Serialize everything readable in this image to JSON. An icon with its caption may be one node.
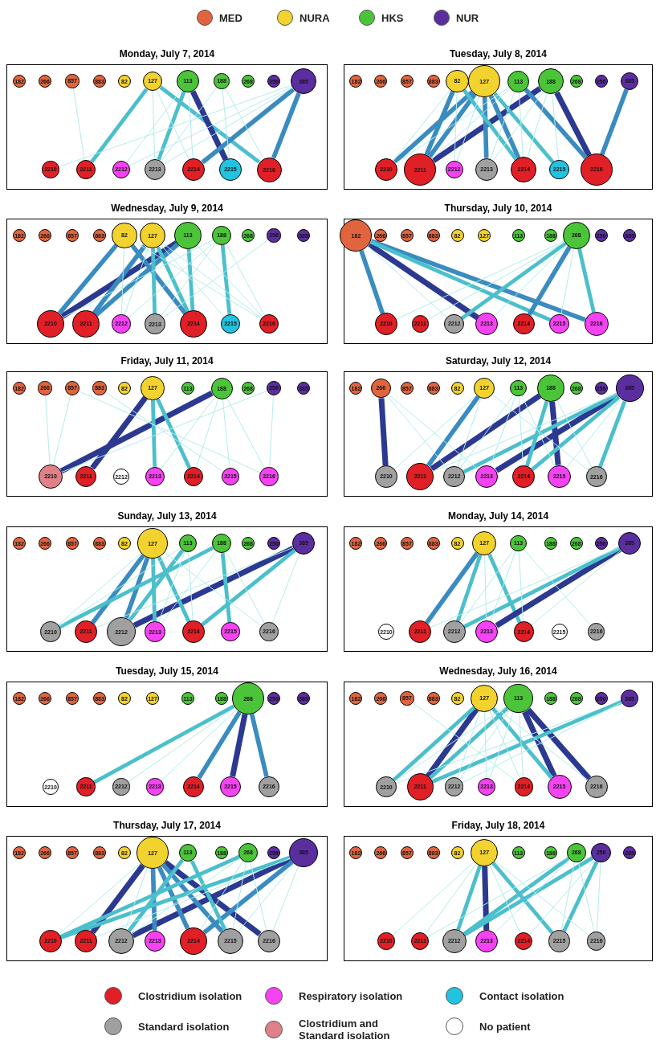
{
  "diagram": {
    "nodes": [
      {
        "text": [
          "Monday, July 7, 2014"
        ]
      },
      {
        "text": [
          "182"
        ],
        "in": 0
      },
      {
        "text": [
          "266"
        ],
        "in": 0
      },
      {
        "text": [
          "857"
        ],
        "in": 0
      },
      {
        "text": [
          "883"
        ],
        "in": 0
      },
      {
        "text": [
          "82"
        ],
        "in": 0
      },
      {
        "text": [
          "127"
        ],
        "in": 0
      },
      {
        "text": [
          "113"
        ],
        "in": 0
      },
      {
        "text": [
          "188"
        ],
        "in": 0
      },
      {
        "text": [
          "268"
        ],
        "in": 0
      },
      {
        "text": [
          "256"
        ],
        "in": 0
      },
      {
        "text": [
          "385"
        ],
        "in": 0
      },
      {
        "text": [
          "2210"
        ],
        "in": 0
      },
      {
        "text": [
          "2211"
        ],
        "in": 0
      },
      {
        "text": [
          "2212"
        ],
        "in": 0
      },
      {
        "text": [
          "2213"
        ],
        "in": 0
      },
      {
        "text": [
          "2214"
        ],
        "in": 0
      },
      {
        "text": [
          "2215"
        ],
        "in": 0
      },
      {
        "text": [
          "2216"
        ],
        "in": 0
      },
      {
        "text": [
          "Tuesday, July 8, 2014"
        ]
      },
      {
        "text": [
          "182"
        ],
        "in": 19
      },
      {
        "text": [
          "266"
        ],
        "in": 19
      },
      {
        "text": [
          "857"
        ],
        "in": 19
      },
      {
        "text": [
          "883"
        ],
        "in": 19
      },
      {
        "text": [
          "82"
        ],
        "in": 19
      },
      {
        "text": [
          "127"
        ],
        "in": 19
      },
      {
        "text": [
          "113"
        ],
        "in": 19
      },
      {
        "text": [
          "188"
        ],
        "in": 19
      },
      {
        "text": [
          "268"
        ],
        "in": 19
      },
      {
        "text": [
          "256"
        ],
        "in": 19
      },
      {
        "text": [
          "385"
        ],
        "in": 19
      },
      {
        "text": [
          "2210"
        ],
        "in": 19
      },
      {
        "text": [
          "2211"
        ],
        "in": 19
      },
      {
        "text": [
          "2212"
        ],
        "in": 19
      },
      {
        "text": [
          "2213"
        ],
        "in": 19
      },
      {
        "text": [
          "2214"
        ],
        "in": 19
      },
      {
        "text": [
          "2215"
        ],
        "in": 19
      },
      {
        "text": [
          "2216"
        ],
        "in": 19
      },
      {
        "text": [
          "Wednesday, July 9, 2014"
        ]
      },
      {
        "text": [
          "182"
        ],
        "in": 38
      },
      {
        "text": [
          "266"
        ],
        "in": 38
      },
      {
        "text": [
          "857"
        ],
        "in": 38
      },
      {
        "text": [
          "883"
        ],
        "in": 38
      },
      {
        "text": [
          "82"
        ],
        "in": 38
      },
      {
        "text": [
          "127"
        ],
        "in": 38
      },
      {
        "text": [
          "113"
        ],
        "in": 38
      },
      {
        "text": [
          "188"
        ],
        "in": 38
      },
      {
        "text": [
          "268"
        ],
        "in": 38
      },
      {
        "text": [
          "256"
        ],
        "in": 38
      },
      {
        "text": [
          "385"
        ],
        "in": 38
      },
      {
        "text": [
          "2210"
        ],
        "in": 38
      },
      {
        "text": [
          "2211"
        ],
        "in": 38
      },
      {
        "text": [
          "2212"
        ],
        "in": 38
      },
      {
        "text": [
          "2213"
        ],
        "in": 38
      },
      {
        "text": [
          "2214"
        ],
        "in": 38
      },
      {
        "text": [
          "2215"
        ],
        "in": 38
      },
      {
        "text": [
          "2216"
        ],
        "in": 38
      },
      {
        "text": [
          "Thursday, July 10, 2014"
        ]
      },
      {
        "text": [
          "182"
        ],
        "in": 57
      },
      {
        "text": [
          "266"
        ],
        "in": 57
      },
      {
        "text": [
          "857"
        ],
        "in": 57
      },
      {
        "text": [
          "883"
        ],
        "in": 57
      },
      {
        "text": [
          "82"
        ],
        "in": 57
      },
      {
        "text": [
          "127"
        ],
        "in": 57
      },
      {
        "text": [
          "113"
        ],
        "in": 57
      },
      {
        "text": [
          "188"
        ],
        "in": 57
      },
      {
        "text": [
          "268"
        ],
        "in": 57
      },
      {
        "text": [
          "256"
        ],
        "in": 57
      },
      {
        "text": [
          "385"
        ],
        "in": 57
      },
      {
        "text": [
          "2210"
        ],
        "in": 57
      },
      {
        "text": [
          "2211"
        ],
        "in": 57
      },
      {
        "text": [
          "2212"
        ],
        "in": 57
      },
      {
        "text": [
          "2213"
        ],
        "in": 57
      },
      {
        "text": [
          "2214"
        ],
        "in": 57
      },
      {
        "text": [
          "2215"
        ],
        "in": 57
      },
      {
        "text": [
          "2216"
        ],
        "in": 57
      },
      {
        "text": [
          "Friday, July 11, 2014"
        ]
      },
      {
        "text": [
          "182"
        ],
        "in": 76
      },
      {
        "text": [
          "266"
        ],
        "in": 76
      },
      {
        "text": [
          "857"
        ],
        "in": 76
      },
      {
        "text": [
          "883"
        ],
        "in": 76
      },
      {
        "text": [
          "82"
        ],
        "in": 76
      },
      {
        "text": [
          "127"
        ],
        "in": 76
      },
      {
        "text": [
          "113"
        ],
        "in": 76
      },
      {
        "text": [
          "188"
        ],
        "in": 76
      },
      {
        "text": [
          "268"
        ],
        "in": 76
      },
      {
        "text": [
          "256"
        ],
        "in": 76
      },
      {
        "text": [
          "385"
        ],
        "in": 76
      },
      {
        "text": [
          "2210"
        ],
        "in": 76
      },
      {
        "text": [
          "2211"
        ],
        "in": 76
      },
      {
        "text": [
          "2212"
        ],
        "in": 76
      },
      {
        "text": [
          "2213"
        ],
        "in": 76
      },
      {
        "text": [
          "2214"
        ],
        "in": 76
      },
      {
        "text": [
          "2215"
        ],
        "in": 76
      },
      {
        "text": [
          "2216"
        ],
        "in": 76
      },
      {
        "text": [
          "Saturday, July 12, 2014"
        ]
      },
      {
        "text": [
          "182"
        ],
        "in": 95
      },
      {
        "text": [
          "266"
        ],
        "in": 95
      },
      {
        "text": [
          "857"
        ],
        "in": 95
      },
      {
        "text": [
          "883"
        ],
        "in": 95
      },
      {
        "text": [
          "82"
        ],
        "in": 95
      },
      {
        "text": [
          "127"
        ],
        "in": 95
      },
      {
        "text": [
          "113"
        ],
        "in": 95
      },
      {
        "text": [
          "188"
        ],
        "in": 95
      },
      {
        "text": [
          "268"
        ],
        "in": 95
      },
      {
        "text": [
          "256"
        ],
        "in": 95
      },
      {
        "text": [
          "385"
        ],
        "in": 95
      },
      {
        "text": [
          "2210"
        ],
        "in": 95
      },
      {
        "text": [
          "2211"
        ],
        "in": 95
      },
      {
        "text": [
          "2212"
        ],
        "in": 95
      },
      {
        "text": [
          "2213"
        ],
        "in": 95
      },
      {
        "text": [
          "2214"
        ],
        "in": 95
      },
      {
        "text": [
          "2215"
        ],
        "in": 95
      },
      {
        "text": [
          "2216"
        ],
        "in": 95
      },
      {
        "text": [
          "Sunday, July 13, 2014"
        ]
      },
      {
        "text": [
          "182"
        ],
        "in": 114
      },
      {
        "text": [
          "266"
        ],
        "in": 114
      },
      {
        "text": [
          "857"
        ],
        "in": 114
      },
      {
        "text": [
          "883"
        ],
        "in": 114
      },
      {
        "text": [
          "82"
        ],
        "in": 114
      },
      {
        "text": [
          "127"
        ],
        "in": 114
      },
      {
        "text": [
          "113"
        ],
        "in": 114
      },
      {
        "text": [
          "188"
        ],
        "in": 114
      },
      {
        "text": [
          "268"
        ],
        "in": 114
      },
      {
        "text": [
          "256"
        ],
        "in": 114
      },
      {
        "text": [
          "385"
        ],
        "in": 114
      },
      {
        "text": [
          "2210"
        ],
        "in": 114
      },
      {
        "text": [
          "2211"
        ],
        "in": 114
      },
      {
        "text": [
          "2212"
        ],
        "in": 114
      },
      {
        "text": [
          "2213"
        ],
        "in": 114
      },
      {
        "text": [
          "2214"
        ],
        "in": 114
      },
      {
        "text": [
          "2215"
        ],
        "in": 114
      },
      {
        "text": [
          "2216"
        ],
        "in": 114
      },
      {
        "text": [
          "Monday, July 14, 2014"
        ]
      },
      {
        "text": [
          "182"
        ],
        "in": 133
      },
      {
        "text": [
          "266"
        ],
        "in": 133
      },
      {
        "text": [
          "857"
        ],
        "in": 133
      },
      {
        "text": [
          "883"
        ],
        "in": 133
      },
      {
        "text": [
          "82"
        ],
        "in": 133
      },
      {
        "text": [
          "127"
        ],
        "in": 133
      },
      {
        "text": [
          "113"
        ],
        "in": 133
      },
      {
        "text": [
          "188"
        ],
        "in": 133
      },
      {
        "text": [
          "268"
        ],
        "in": 133
      },
      {
        "text": [
          "256"
        ],
        "in": 133
      },
      {
        "text": [
          "385"
        ],
        "in": 133
      },
      {
        "text": [
          "2210"
        ],
        "in": 133
      },
      {
        "text": [
          "2211"
        ],
        "in": 133
      },
      {
        "text": [
          "2212"
        ],
        "in": 133
      },
      {
        "text": [
          "2213"
        ],
        "in": 133
      },
      {
        "text": [
          "2214"
        ],
        "in": 133
      },
      {
        "text": [
          "2215"
        ],
        "in": 133
      },
      {
        "text": [
          "2216"
        ],
        "in": 133
      },
      {
        "text": [
          "Tuesday, July 15, 2014"
        ]
      },
      {
        "text": [
          "182"
        ],
        "in": 152
      },
      {
        "text": [
          "266"
        ],
        "in": 152
      },
      {
        "text": [
          "857"
        ],
        "in": 152
      },
      {
        "text": [
          "883"
        ],
        "in": 152
      },
      {
        "text": [
          "82"
        ],
        "in": 152
      },
      {
        "text": [
          "127"
        ],
        "in": 152
      },
      {
        "text": [
          "113"
        ],
        "in": 152
      },
      {
        "text": [
          "188"
        ],
        "in": 152
      },
      {
        "text": [
          "268"
        ],
        "in": 152
      },
      {
        "text": [
          "256"
        ],
        "in": 152
      },
      {
        "text": [
          "385"
        ],
        "in": 152
      },
      {
        "text": [
          "2210"
        ],
        "in": 152
      },
      {
        "text": [
          "2211"
        ],
        "in": 152
      },
      {
        "text": [
          "2212"
        ],
        "in": 152
      },
      {
        "text": [
          "2213"
        ],
        "in": 152
      },
      {
        "text": [
          "2214"
        ],
        "in": 152
      },
      {
        "text": [
          "2215"
        ],
        "in": 152
      },
      {
        "text": [
          "2216"
        ],
        "in": 152
      },
      {
        "text": [
          "Wednesday, July 16, 2014"
        ]
      },
      {
        "text": [
          "182"
        ],
        "in": 171
      },
      {
        "text": [
          "266"
        ],
        "in": 171
      },
      {
        "text": [
          "857"
        ],
        "in": 171
      },
      {
        "text": [
          "883"
        ],
        "in": 171
      },
      {
        "text": [
          "82"
        ],
        "in": 171
      },
      {
        "text": [
          "127"
        ],
        "in": 171
      },
      {
        "text": [
          "113"
        ],
        "in": 171
      },
      {
        "text": [
          "188"
        ],
        "in": 171
      },
      {
        "text": [
          "268"
        ],
        "in": 171
      },
      {
        "text": [
          "256"
        ],
        "in": 171
      },
      {
        "text": [
          "385"
        ],
        "in": 171
      },
      {
        "text": [
          "2210"
        ],
        "in": 171
      },
      {
        "text": [
          "2211"
        ],
        "in": 171
      },
      {
        "text": [
          "2212"
        ],
        "in": 171
      },
      {
        "text": [
          "2213"
        ],
        "in": 171
      },
      {
        "text": [
          "2214"
        ],
        "in": 171
      },
      {
        "text": [
          "2215"
        ],
        "in": 171
      },
      {
        "text": [
          "2216"
        ],
        "in": 171
      },
      {
        "text": [
          "Thursday, July 17, 2014"
        ]
      },
      {
        "text": [
          "182"
        ],
        "in": 190
      },
      {
        "text": [
          "266"
        ],
        "in": 190
      },
      {
        "text": [
          "857"
        ],
        "in": 190
      },
      {
        "text": [
          "883"
        ],
        "in": 190
      },
      {
        "text": [
          "82"
        ],
        "in": 190
      },
      {
        "text": [
          "127"
        ],
        "in": 190
      },
      {
        "text": [
          "113"
        ],
        "in": 190
      },
      {
        "text": [
          "188"
        ],
        "in": 190
      },
      {
        "text": [
          "268"
        ],
        "in": 190
      },
      {
        "text": [
          "256"
        ],
        "in": 190
      },
      {
        "text": [
          "385"
        ],
        "in": 190
      },
      {
        "text": [
          "2210"
        ],
        "in": 190
      },
      {
        "text": [
          "2211"
        ],
        "in": 190
      },
      {
        "text": [
          "2212"
        ],
        "in": 190
      },
      {
        "text": [
          "2213"
        ],
        "in": 190
      },
      {
        "text": [
          "2214"
        ],
        "in": 190
      },
      {
        "text": [
          "2215"
        ],
        "in": 190
      },
      {
        "text": [
          "2216"
        ],
        "in": 190
      },
      {
        "text": [
          "Friday, July 18, 2014"
        ]
      },
      {
        "text": [
          "182"
        ],
        "in": 209
      },
      {
        "text": [
          "266"
        ],
        "in": 209
      },
      {
        "text": [
          "857"
        ],
        "in": 209
      },
      {
        "text": [
          "883"
        ],
        "in": 209
      },
      {
        "text": [
          "82"
        ],
        "in": 209
      },
      {
        "text": [
          "127"
        ],
        "in": 209
      },
      {
        "text": [
          "113"
        ],
        "in": 209
      },
      {
        "text": [
          "188"
        ],
        "in": 209
      },
      {
        "text": [
          "268"
        ],
        "in": 209
      },
      {
        "text": [
          "256"
        ],
        "in": 209
      },
      {
        "text": [
          "385"
        ],
        "in": 209
      },
      {
        "text": [
          "2210"
        ],
        "in": 209
      },
      {
        "text": [
          "2211"
        ],
        "in": 209
      },
      {
        "text": [
          "2212"
        ],
        "in": 209
      },
      {
        "text": [
          "2213"
        ],
        "in": 209
      },
      {
        "text": [
          "2214"
        ],
        "in": 209
      },
      {
        "text": [
          "2215"
        ],
        "in": 209
      },
      {
        "text": [
          "2216"
        ],
        "in": 209
      }
    ],
    "edges": [
      {
        "from": 6,
        "to": 13,
        "arrow": "none",
        "style": "thick",
        "color": "#4bbfcc"
      },
      {
        "from": 6,
        "to": 18,
        "arrow": "none",
        "style": "thick",
        "color": "#4bbfcc"
      },
      {
        "from": 7,
        "to": 17,
        "arrow": "none",
        "style": "thick",
        "color": "#2b3990"
      },
      {
        "from": 7,
        "to": 15,
        "arrow": "none",
        "style": "thick",
        "color": "#4bbfcc"
      },
      {
        "from": 11,
        "to": 16,
        "arrow": "none",
        "style": "thick",
        "color": "#3a8cc0"
      },
      {
        "from": 11,
        "to": 18,
        "arrow": "none",
        "style": "thick",
        "color": "#3a8cc0"
      },
      {
        "from": 3,
        "to": 13,
        "arrow": "none"
      },
      {
        "from": 8,
        "to": 18,
        "arrow": "none"
      },
      {
        "from": 8,
        "to": 17,
        "arrow": "none"
      },
      {
        "from": 11,
        "to": 12,
        "arrow": "none"
      },
      {
        "from": 11,
        "to": 14,
        "arrow": "none"
      },
      {
        "from": 11,
        "to": 15,
        "arrow": "none"
      },
      {
        "from": 6,
        "to": 15,
        "arrow": "none"
      },
      {
        "from": 7,
        "to": 14,
        "arrow": "none"
      },
      {
        "from": 7,
        "to": 16,
        "arrow": "none"
      },
      {
        "from": 8,
        "to": 15,
        "arrow": "none"
      },
      {
        "from": 6,
        "to": 16,
        "arrow": "none"
      },
      {
        "from": 25,
        "to": 32,
        "arrow": "none",
        "style": "thick",
        "color": "#3a8cc0"
      },
      {
        "from": 25,
        "to": 31,
        "arrow": "none",
        "style": "thick",
        "color": "#3a8cc0"
      },
      {
        "from": 24,
        "to": 32,
        "arrow": "none",
        "style": "thick",
        "color": "#3a8cc0"
      },
      {
        "from": 27,
        "to": 32,
        "arrow": "none",
        "style": "thick",
        "color": "#2b3990"
      },
      {
        "from": 27,
        "to": 37,
        "arrow": "none",
        "style": "thick",
        "color": "#2b3990"
      },
      {
        "from": 25,
        "to": 35,
        "arrow": "none",
        "style": "thick",
        "color": "#3a8cc0"
      },
      {
        "from": 25,
        "to": 34,
        "arrow": "none",
        "style": "thick",
        "color": "#3a8cc0"
      },
      {
        "from": 26,
        "to": 37,
        "arrow": "none",
        "style": "thick",
        "color": "#3a8cc0"
      },
      {
        "from": 30,
        "to": 37,
        "arrow": "none",
        "style": "thick",
        "color": "#3a8cc0"
      },
      {
        "from": 24,
        "to": 35,
        "arrow": "none",
        "style": "thick",
        "color": "#4bbfcc"
      },
      {
        "from": 25,
        "to": 36,
        "arrow": "none",
        "style": "thick",
        "color": "#4bbfcc"
      },
      {
        "from": 26,
        "to": 31,
        "arrow": "none"
      },
      {
        "from": 26,
        "to": 32,
        "arrow": "none"
      },
      {
        "from": 26,
        "to": 35,
        "arrow": "none"
      },
      {
        "from": 26,
        "to": 34,
        "arrow": "none"
      },
      {
        "from": 27,
        "to": 36,
        "arrow": "none"
      },
      {
        "from": 27,
        "to": 34,
        "arrow": "none"
      },
      {
        "from": 24,
        "to": 33,
        "arrow": "none"
      },
      {
        "from": 24,
        "to": 31,
        "arrow": "none"
      },
      {
        "from": 25,
        "to": 33,
        "arrow": "none"
      },
      {
        "from": 27,
        "to": 35,
        "arrow": "none"
      },
      {
        "from": 45,
        "to": 50,
        "arrow": "none",
        "style": "thick",
        "color": "#2b3990"
      },
      {
        "from": 45,
        "to": 51,
        "arrow": "none",
        "style": "thick",
        "color": "#3a8cc0"
      },
      {
        "from": 43,
        "to": 50,
        "arrow": "none",
        "style": "thick",
        "color": "#3a8cc0"
      },
      {
        "from": 43,
        "to": 54,
        "arrow": "none",
        "style": "thick",
        "color": "#3a8cc0"
      },
      {
        "from": 44,
        "to": 53,
        "arrow": "none",
        "style": "thick",
        "color": "#4bbfcc"
      },
      {
        "from": 44,
        "to": 54,
        "arrow": "none",
        "style": "thick",
        "color": "#4bbfcc"
      },
      {
        "from": 45,
        "to": 54,
        "arrow": "none",
        "style": "thick",
        "color": "#4bbfcc"
      },
      {
        "from": 44,
        "to": 51,
        "arrow": "none",
        "style": "thick",
        "color": "#3a8cc0"
      },
      {
        "from": 46,
        "to": 55,
        "arrow": "none",
        "style": "thick",
        "color": "#4bbfcc"
      },
      {
        "from": 43,
        "to": 52,
        "arrow": "none"
      },
      {
        "from": 44,
        "to": 52,
        "arrow": "none"
      },
      {
        "from": 44,
        "to": 56,
        "arrow": "none"
      },
      {
        "from": 45,
        "to": 56,
        "arrow": "none"
      },
      {
        "from": 46,
        "to": 52,
        "arrow": "none"
      },
      {
        "from": 46,
        "to": 53,
        "arrow": "none"
      },
      {
        "from": 46,
        "to": 56,
        "arrow": "none"
      },
      {
        "from": 46,
        "to": 50,
        "arrow": "none"
      },
      {
        "from": 48,
        "to": 53,
        "arrow": "none"
      },
      {
        "from": 44,
        "to": 55,
        "arrow": "none"
      },
      {
        "from": 43,
        "to": 56,
        "arrow": "none"
      },
      {
        "from": 58,
        "to": 72,
        "arrow": "none",
        "style": "thick",
        "color": "#2b3990"
      },
      {
        "from": 58,
        "to": 69,
        "arrow": "none",
        "style": "thick",
        "color": "#3a8cc0"
      },
      {
        "from": 58,
        "to": 75,
        "arrow": "none",
        "style": "thick",
        "color": "#3a8cc0"
      },
      {
        "from": 58,
        "to": 74,
        "arrow": "none",
        "style": "thick",
        "color": "#4bbfcc"
      },
      {
        "from": 66,
        "to": 71,
        "arrow": "none",
        "style": "thick",
        "color": "#4bbfcc"
      },
      {
        "from": 66,
        "to": 73,
        "arrow": "none",
        "style": "thick",
        "color": "#3a8cc0"
      },
      {
        "from": 66,
        "to": 75,
        "arrow": "none",
        "style": "thick",
        "color": "#4bbfcc"
      },
      {
        "from": 66,
        "to": 69,
        "arrow": "none"
      },
      {
        "from": 66,
        "to": 72,
        "arrow": "none"
      },
      {
        "from": 66,
        "to": 74,
        "arrow": "none"
      },
      {
        "from": 66,
        "to": 70,
        "arrow": "none"
      },
      {
        "from": 58,
        "to": 71,
        "arrow": "none"
      },
      {
        "from": 84,
        "to": 88,
        "arrow": "none",
        "style": "thick",
        "color": "#2b3990"
      },
      {
        "from": 82,
        "to": 89,
        "arrow": "none",
        "style": "thick",
        "color": "#2b3990"
      },
      {
        "from": 82,
        "to": 91,
        "arrow": "none",
        "style": "thick",
        "color": "#4bbfcc"
      },
      {
        "from": 82,
        "to": 92,
        "arrow": "none",
        "style": "thick",
        "color": "#4bbfcc"
      },
      {
        "from": 84,
        "to": 91,
        "arrow": "none"
      },
      {
        "from": 84,
        "to": 92,
        "arrow": "none"
      },
      {
        "from": 84,
        "to": 93,
        "arrow": "none"
      },
      {
        "from": 84,
        "to": 94,
        "arrow": "none"
      },
      {
        "from": 79,
        "to": 88,
        "arrow": "none"
      },
      {
        "from": 80,
        "to": 93,
        "arrow": "none"
      },
      {
        "from": 86,
        "to": 94,
        "arrow": "none"
      },
      {
        "from": 86,
        "to": 88,
        "arrow": "none"
      },
      {
        "from": 78,
        "to": 88,
        "arrow": "none"
      },
      {
        "from": 79,
        "to": 94,
        "arrow": "none"
      },
      {
        "from": 97,
        "to": 107,
        "arrow": "none",
        "style": "thick",
        "color": "#2b3990"
      },
      {
        "from": 103,
        "to": 108,
        "arrow": "none",
        "style": "thick",
        "color": "#2b3990"
      },
      {
        "from": 103,
        "to": 112,
        "arrow": "none",
        "style": "thick",
        "color": "#2b3990"
      },
      {
        "from": 106,
        "to": 110,
        "arrow": "none",
        "style": "thick",
        "color": "#2b3990"
      },
      {
        "from": 101,
        "to": 108,
        "arrow": "none",
        "style": "thick",
        "color": "#3a8cc0"
      },
      {
        "from": 103,
        "to": 111,
        "arrow": "none",
        "style": "thick",
        "color": "#4bbfcc"
      },
      {
        "from": 106,
        "to": 111,
        "arrow": "none",
        "style": "thick",
        "color": "#4bbfcc"
      },
      {
        "from": 106,
        "to": 113,
        "arrow": "none",
        "style": "thick",
        "color": "#4bbfcc"
      },
      {
        "from": 106,
        "to": 109,
        "arrow": "none",
        "style": "thick",
        "color": "#4bbfcc"
      },
      {
        "from": 101,
        "to": 109,
        "arrow": "none"
      },
      {
        "from": 102,
        "to": 109,
        "arrow": "none"
      },
      {
        "from": 102,
        "to": 110,
        "arrow": "none"
      },
      {
        "from": 102,
        "to": 112,
        "arrow": "none"
      },
      {
        "from": 97,
        "to": 110,
        "arrow": "none"
      },
      {
        "from": 97,
        "to": 109,
        "arrow": "none"
      },
      {
        "from": 102,
        "to": 111,
        "arrow": "none"
      },
      {
        "from": 101,
        "to": 113,
        "arrow": "none"
      },
      {
        "from": 103,
        "to": 113,
        "arrow": "none"
      },
      {
        "from": 106,
        "to": 108,
        "arrow": "none"
      },
      {
        "from": 101,
        "to": 107,
        "arrow": "none"
      },
      {
        "from": 106,
        "to": 112,
        "arrow": "none"
      },
      {
        "from": 120,
        "to": 127,
        "arrow": "none",
        "style": "thick",
        "color": "#3a8cc0"
      },
      {
        "from": 120,
        "to": 128,
        "arrow": "none",
        "style": "thick",
        "color": "#3a8cc0"
      },
      {
        "from": 125,
        "to": 128,
        "arrow": "none",
        "style": "thick",
        "color": "#2b3990"
      },
      {
        "from": 120,
        "to": 129,
        "arrow": "none",
        "style": "thick",
        "color": "#4bbfcc"
      },
      {
        "from": 120,
        "to": 130,
        "arrow": "none",
        "style": "thick",
        "color": "#4bbfcc"
      },
      {
        "from": 125,
        "to": 130,
        "arrow": "none",
        "style": "thick",
        "color": "#4bbfcc"
      },
      {
        "from": 122,
        "to": 131,
        "arrow": "none",
        "style": "thick",
        "color": "#4bbfcc"
      },
      {
        "from": 121,
        "to": 128,
        "arrow": "none",
        "style": "thick",
        "color": "#4bbfcc"
      },
      {
        "from": 122,
        "to": 126,
        "arrow": "none",
        "style": "thick",
        "color": "#4bbfcc"
      },
      {
        "from": 121,
        "to": 126,
        "arrow": "none"
      },
      {
        "from": 120,
        "to": 126,
        "arrow": "none"
      },
      {
        "from": 121,
        "to": 129,
        "arrow": "none"
      },
      {
        "from": 121,
        "to": 130,
        "arrow": "none"
      },
      {
        "from": 122,
        "to": 129,
        "arrow": "none"
      },
      {
        "from": 122,
        "to": 132,
        "arrow": "none"
      },
      {
        "from": 125,
        "to": 132,
        "arrow": "none"
      },
      {
        "from": 120,
        "to": 132,
        "arrow": "none"
      },
      {
        "from": 125,
        "to": 127,
        "arrow": "none"
      },
      {
        "from": 139,
        "to": 146,
        "arrow": "none",
        "style": "thick",
        "color": "#3a8cc0"
      },
      {
        "from": 139,
        "to": 147,
        "arrow": "none",
        "style": "thick",
        "color": "#4bbfcc"
      },
      {
        "from": 139,
        "to": 149,
        "arrow": "none",
        "style": "thick",
        "color": "#4bbfcc"
      },
      {
        "from": 144,
        "to": 148,
        "arrow": "none",
        "style": "thick",
        "color": "#2b3990"
      },
      {
        "from": 144,
        "to": 147,
        "arrow": "none",
        "style": "thick",
        "color": "#4bbfcc"
      },
      {
        "from": 140,
        "to": 147,
        "arrow": "none"
      },
      {
        "from": 140,
        "to": 148,
        "arrow": "none"
      },
      {
        "from": 140,
        "to": 149,
        "arrow": "none"
      },
      {
        "from": 140,
        "to": 151,
        "arrow": "none"
      },
      {
        "from": 139,
        "to": 148,
        "arrow": "none"
      },
      {
        "from": 144,
        "to": 149,
        "arrow": "none"
      },
      {
        "from": 144,
        "to": 146,
        "arrow": "none"
      },
      {
        "from": 161,
        "to": 165,
        "arrow": "none",
        "style": "thick",
        "color": "#4bbfcc"
      },
      {
        "from": 161,
        "to": 168,
        "arrow": "none",
        "style": "thick",
        "color": "#3a8cc0"
      },
      {
        "from": 161,
        "to": 169,
        "arrow": "none",
        "style": "thick",
        "color": "#2b3990"
      },
      {
        "from": 161,
        "to": 170,
        "arrow": "none",
        "style": "thick",
        "color": "#3a8cc0"
      },
      {
        "from": 161,
        "to": 166,
        "arrow": "none"
      },
      {
        "from": 161,
        "to": 167,
        "arrow": "none"
      },
      {
        "from": 177,
        "to": 184,
        "arrow": "none",
        "style": "thick",
        "color": "#2b3990"
      },
      {
        "from": 178,
        "to": 188,
        "arrow": "none",
        "style": "thick",
        "color": "#2b3990"
      },
      {
        "from": 178,
        "to": 189,
        "arrow": "none",
        "style": "thick",
        "color": "#2b3990"
      },
      {
        "from": 178,
        "to": 184,
        "arrow": "none",
        "style": "thick",
        "color": "#4bbfcc"
      },
      {
        "from": 182,
        "to": 183,
        "arrow": "none"
      },
      {
        "from": 182,
        "to": 184,
        "arrow": "none",
        "style": "thick",
        "color": "#4bbfcc"
      },
      {
        "from": 177,
        "to": 188,
        "arrow": "none",
        "style": "thick",
        "color": "#4bbfcc"
      },
      {
        "from": 177,
        "to": 183,
        "arrow": "none",
        "style": "thick",
        "color": "#4bbfcc"
      },
      {
        "from": 174,
        "to": 187,
        "arrow": "none"
      },
      {
        "from": 177,
        "to": 185,
        "arrow": "none"
      },
      {
        "from": 177,
        "to": 186,
        "arrow": "none"
      },
      {
        "from": 177,
        "to": 187,
        "arrow": "none"
      },
      {
        "from": 178,
        "to": 185,
        "arrow": "none"
      },
      {
        "from": 178,
        "to": 186,
        "arrow": "none"
      },
      {
        "from": 178,
        "to": 187,
        "arrow": "none"
      },
      {
        "from": 178,
        "to": 183,
        "arrow": "none"
      },
      {
        "from": 182,
        "to": 185,
        "arrow": "none"
      },
      {
        "from": 177,
        "to": 189,
        "arrow": "none"
      },
      {
        "from": 196,
        "to": 203,
        "arrow": "none",
        "style": "thick",
        "color": "#2b3990"
      },
      {
        "from": 196,
        "to": 208,
        "arrow": "none",
        "style": "thick",
        "color": "#2b3990"
      },
      {
        "from": 201,
        "to": 204,
        "arrow": "none",
        "style": "thick",
        "color": "#2b3990"
      },
      {
        "from": 196,
        "to": 205,
        "arrow": "none",
        "style": "thick",
        "color": "#3a8cc0"
      },
      {
        "from": 196,
        "to": 206,
        "arrow": "none",
        "style": "thick",
        "color": "#3a8cc0"
      },
      {
        "from": 196,
        "to": 207,
        "arrow": "none",
        "style": "thick",
        "color": "#3a8cc0"
      },
      {
        "from": 201,
        "to": 206,
        "arrow": "none",
        "style": "thick",
        "color": "#3a8cc0"
      },
      {
        "from": 197,
        "to": 204,
        "arrow": "none",
        "style": "thick",
        "color": "#4bbfcc"
      },
      {
        "from": 197,
        "to": 207,
        "arrow": "none",
        "style": "thick",
        "color": "#4bbfcc"
      },
      {
        "from": 199,
        "to": 202,
        "arrow": "none",
        "style": "thick",
        "color": "#4bbfcc"
      },
      {
        "from": 201,
        "to": 202,
        "arrow": "none",
        "style": "thick",
        "color": "#4bbfcc"
      },
      {
        "from": 196,
        "to": 202,
        "arrow": "none"
      },
      {
        "from": 196,
        "to": 204,
        "arrow": "none"
      },
      {
        "from": 199,
        "to": 204,
        "arrow": "none"
      },
      {
        "from": 199,
        "to": 206,
        "arrow": "none"
      },
      {
        "from": 199,
        "to": 207,
        "arrow": "none"
      },
      {
        "from": 199,
        "to": 208,
        "arrow": "none"
      },
      {
        "from": 201,
        "to": 207,
        "arrow": "none"
      },
      {
        "from": 201,
        "to": 208,
        "arrow": "none"
      },
      {
        "from": 201,
        "to": 203,
        "arrow": "none"
      },
      {
        "from": 215,
        "to": 224,
        "arrow": "none",
        "style": "thick",
        "color": "#2b3990"
      },
      {
        "from": 215,
        "to": 223,
        "arrow": "none",
        "style": "thick",
        "color": "#4bbfcc"
      },
      {
        "from": 215,
        "to": 226,
        "arrow": "none",
        "style": "thick",
        "color": "#4bbfcc"
      },
      {
        "from": 219,
        "to": 226,
        "arrow": "none",
        "style": "thick",
        "color": "#4bbfcc"
      },
      {
        "from": 219,
        "to": 223,
        "arrow": "none",
        "style": "thick",
        "color": "#4bbfcc"
      },
      {
        "from": 218,
        "to": 223,
        "arrow": "none",
        "style": "thick",
        "color": "#4bbfcc"
      },
      {
        "from": 215,
        "to": 222,
        "arrow": "none"
      },
      {
        "from": 215,
        "to": 221,
        "arrow": "none"
      },
      {
        "from": 215,
        "to": 225,
        "arrow": "none"
      },
      {
        "from": 215,
        "to": 227,
        "arrow": "none"
      },
      {
        "from": 218,
        "to": 224,
        "arrow": "none"
      },
      {
        "from": 218,
        "to": 226,
        "arrow": "none"
      },
      {
        "from": 218,
        "to": 222,
        "arrow": "none"
      },
      {
        "from": 219,
        "to": 225,
        "arrow": "none"
      },
      {
        "from": 218,
        "to": 227,
        "arrow": "none"
      },
      {
        "from": 219,
        "to": 227,
        "arrow": "none"
      }
    ],
    "legend": [
      {
        "text": "MED",
        "color": "#e0653f"
      },
      {
        "text": "NURA",
        "color": "#f2d22e"
      },
      {
        "text": "HKS",
        "color": "#4cc43a"
      },
      {
        "text": "NUR",
        "color": "#5b2ea0"
      },
      {
        "text": "Clostridium isolation",
        "color": "#e01f26"
      },
      {
        "text": "Respiratory isolation",
        "color": "#f542f2"
      },
      {
        "text": "Contact isolation",
        "color": "#22c3e0"
      },
      {
        "text": "Standard isolation",
        "color": "#a0a0a0"
      },
      {
        "text": "Clostridium and Standard isolation",
        "color": "#e08088"
      },
      {
        "text": "No patient",
        "color": "#ffffff"
      }
    ]
  }
}
